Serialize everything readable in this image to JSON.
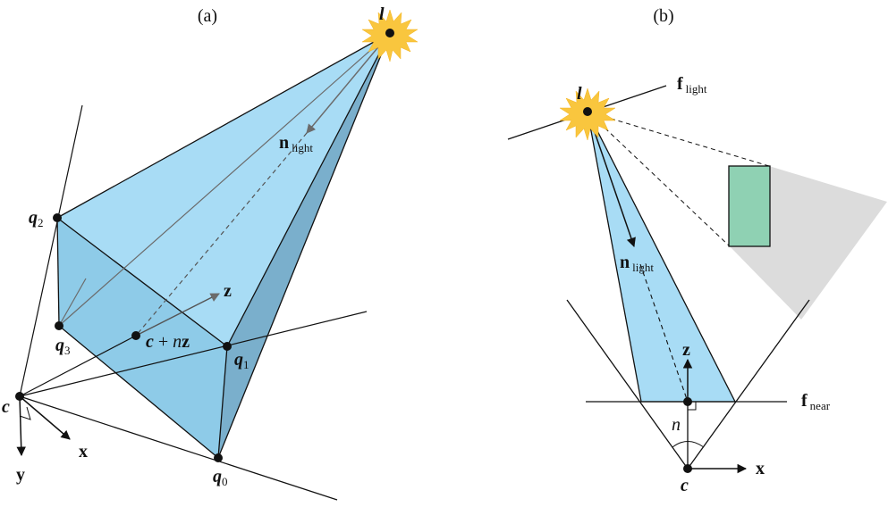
{
  "panels": {
    "a": {
      "caption": "(a)",
      "labels": {
        "l": "l",
        "n_light_main": "n",
        "n_light_sub": "light",
        "z": "z",
        "c_plus": "c",
        "plus_n": "+",
        "n": "n",
        "bold_z": "z",
        "q2": "q",
        "q2_sub": "2",
        "q3": "q",
        "q3_sub": "3",
        "q1": "q",
        "q1_sub": "1",
        "q0": "q",
        "q0_sub": "0",
        "c": "c",
        "x": "x",
        "y": "y"
      }
    },
    "b": {
      "caption": "(b)",
      "labels": {
        "l": "l",
        "f_light_main": "f",
        "f_light_sub": "light",
        "n_light_main": "n",
        "n_light_sub": "light",
        "z": "z",
        "f_near_main": "f",
        "f_near_sub": "near",
        "n": "n",
        "c": "c",
        "x": "x"
      }
    }
  },
  "colors": {
    "frustum_light": "#a8dcf5",
    "frustum_mid": "#8ecbe8",
    "frustum_dark": "#7aafcc",
    "occluder_fill": "#8fd1b3",
    "shadow_fill": "#dcdcdc",
    "sun": "#f9c63e",
    "line": "#111111",
    "arrow_gray": "#6b6b6b"
  }
}
